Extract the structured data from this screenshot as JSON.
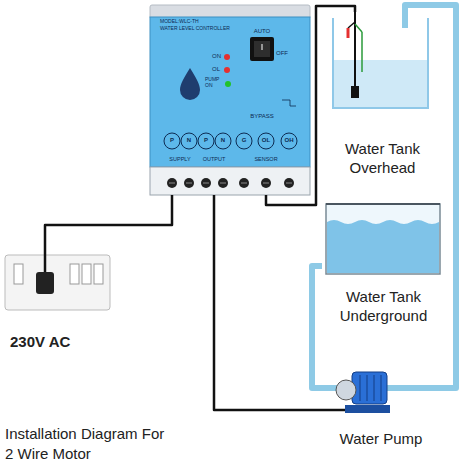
{
  "diagram": {
    "caption": "Installation Diagram For 2 Wire Motor",
    "nodes": [
      {
        "text": [
          "MODEL:WLC-TH",
          "WATER LEVEL CONTROLLER",
          "AUTO",
          "ON",
          "OL",
          "PUMP ON",
          "OFF",
          "BYPASS",
          "P",
          "N",
          "P",
          "N",
          "G",
          "OL",
          "OH",
          "SUPPLY",
          "OUTPUT",
          "SENSOR"
        ]
      },
      {
        "text": [
          "Water Tank Overhead"
        ]
      },
      {
        "text": [
          "Water Tank Underground"
        ]
      },
      {
        "text": [
          "230V AC"
        ]
      },
      {
        "text": [
          "Water Pump"
        ]
      }
    ],
    "edges": [
      {
        "from": 3,
        "to": 0,
        "arrow": "none"
      },
      {
        "from": 0,
        "to": 1,
        "arrow": "none"
      },
      {
        "from": 0,
        "to": 4,
        "arrow": "none"
      },
      {
        "from": 2,
        "to": 4,
        "arrow": "none"
      },
      {
        "from": 4,
        "to": 1,
        "arrow": "none"
      }
    ]
  }
}
